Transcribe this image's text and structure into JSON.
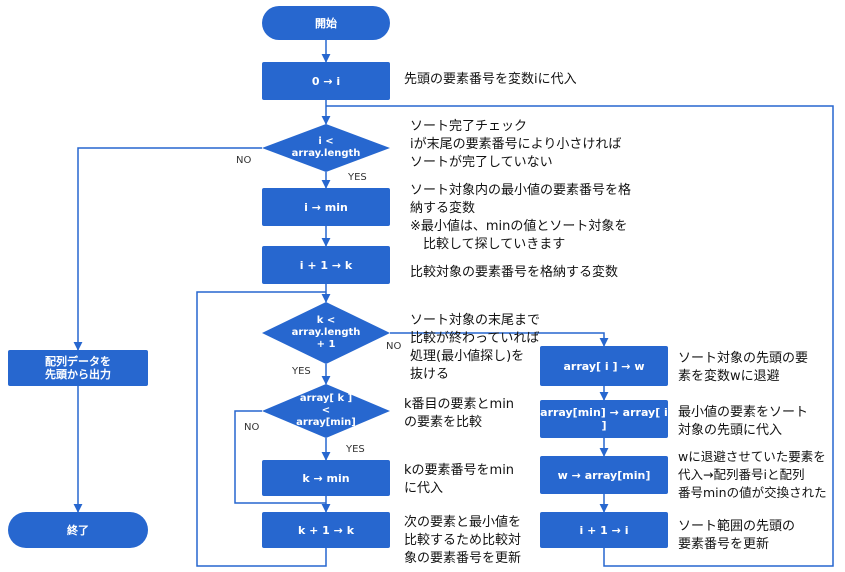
{
  "colors": {
    "node": "#2767cf",
    "line": "#2767cf",
    "text": "#111111"
  },
  "nodes": {
    "start": "開始",
    "init": "0 → i",
    "cond_i": "i <\narray.length",
    "set_min": "i → min",
    "set_k": "i + 1 → k",
    "cond_k": "k <\narray.length\n+ 1",
    "cond_cmp": "array[ k ]\n<\narray[min]",
    "k_min": "k → min",
    "k_inc": "k + 1 → k",
    "swap1": "array[ i ] → w",
    "swap2": "array[min] → array[ i ]",
    "swap3": "w → array[min]",
    "i_inc": "i + 1 → i",
    "output": "配列データを\n先頭から出力",
    "end": "終了"
  },
  "branches": {
    "no_i": "NO",
    "yes_i": "YES",
    "yes_k": "YES",
    "no_k": "NO",
    "no_cmp": "NO",
    "yes_cmp": "YES"
  },
  "notes": {
    "init": "先頭の要素番号を変数iに代入",
    "cond_i": "ソート完了チェック\niが末尾の要素番号により小さければ\nソートが完了していない",
    "set_min": "ソート対象内の最小値の要素番号を格\n納する変数\n※最小値は、minの値とソート対象を\n　比較して探していきます",
    "set_k": "比較対象の要素番号を格納する変数",
    "cond_k": "ソート対象の末尾まで\n比較が終わっていれば\n処理(最小値探し)を\n抜ける",
    "cond_cmp": "k番目の要素とmin\nの要素を比較",
    "k_min": "kの要素番号をmin\nに代入",
    "k_inc": "次の要素と最小値を\n比較するため比較対\n象の要素番号を更新",
    "swap1": "ソート対象の先頭の要\n素を変数wに退避",
    "swap2": "最小値の要素をソート\n対象の先頭に代入",
    "swap3": "wに退避させていた要素を\n代入→配列番号iと配列\n番号minの値が交換された",
    "i_inc": "ソート範囲の先頭の\n要素番号を更新"
  }
}
